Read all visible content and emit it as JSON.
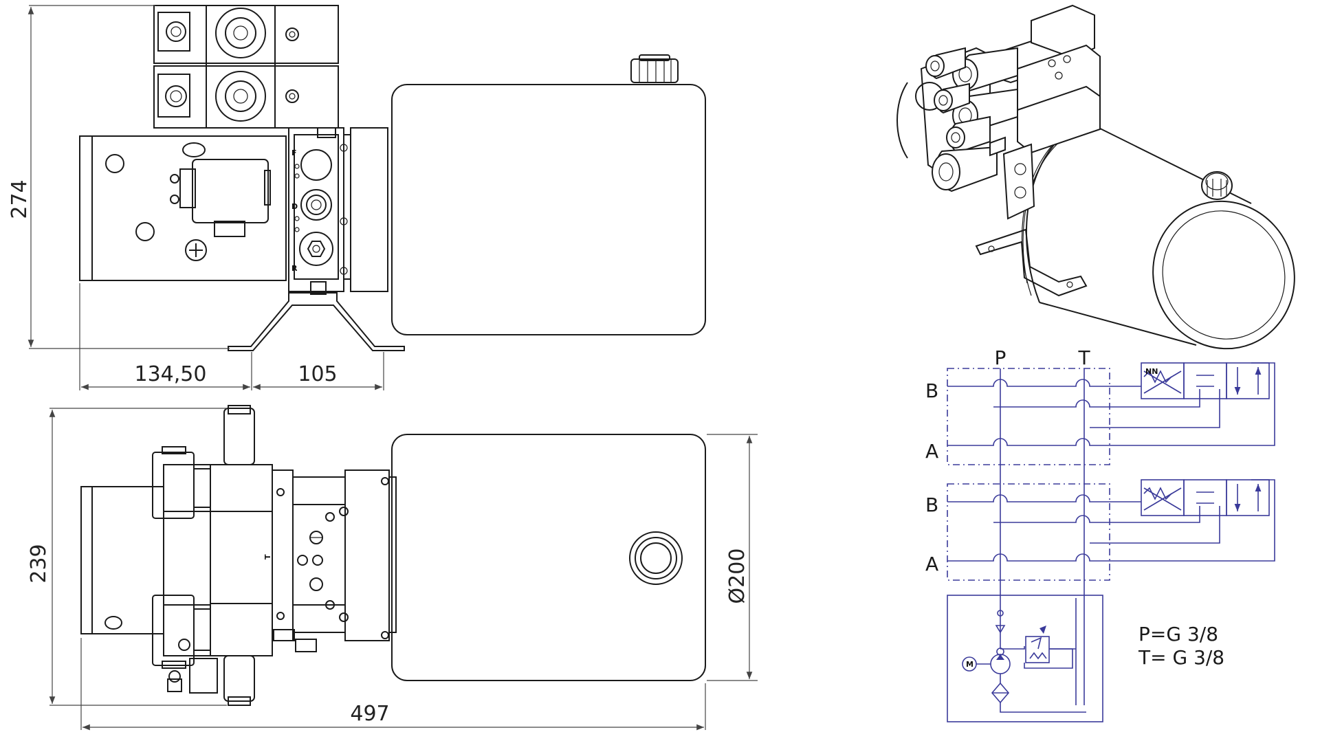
{
  "dimensions": {
    "height_side": "274",
    "width_a": "134,50",
    "width_b": "105",
    "height_top": "239",
    "diameter": "Ø200",
    "length_total": "497"
  },
  "port_markers": {
    "side_f": "F",
    "side_d": "D",
    "side_r": "R",
    "top_t": "T"
  },
  "schematic": {
    "port_p": "P",
    "port_t": "T",
    "valve1_b": "B",
    "valve1_a": "A",
    "valve2_b": "B",
    "valve2_a": "A",
    "motor": "M",
    "note_line1": "P=G 3/8",
    "note_line2": "T= G 3/8"
  }
}
